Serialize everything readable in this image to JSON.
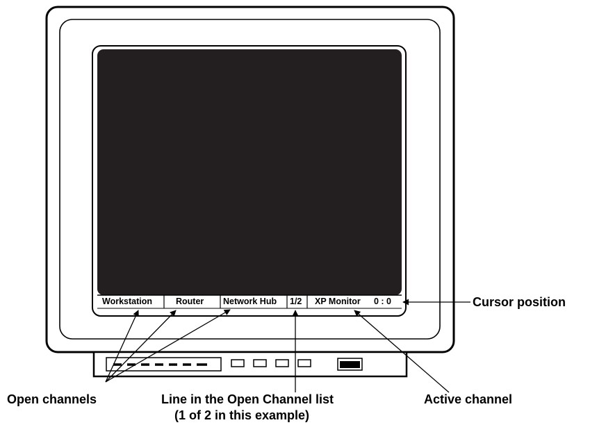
{
  "status_bar": {
    "channels": [
      "Workstation",
      "Router",
      "Network Hub"
    ],
    "list_position": "1/2",
    "active_channel": "XP Monitor",
    "cursor": "0 : 0"
  },
  "labels": {
    "cursor_position": "Cursor position",
    "open_channels": "Open channels",
    "line_in_list": "Line in the Open Channel list",
    "line_in_list_note": "(1 of 2 in this example)",
    "active_channel": "Active channel"
  }
}
